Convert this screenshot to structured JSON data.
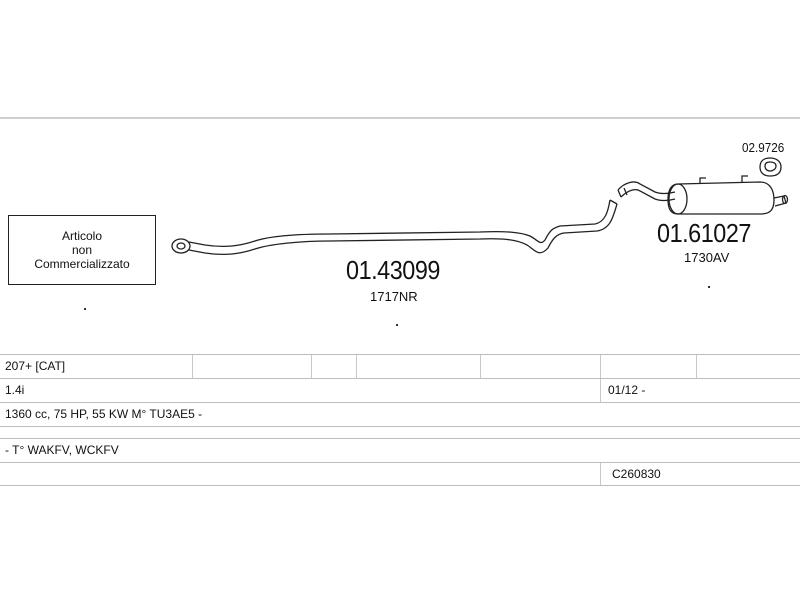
{
  "notice": {
    "line1": "Articolo",
    "line2": "non",
    "line3": "Commercializzato"
  },
  "parts": {
    "middle_pipe": {
      "code": "01.43099",
      "ref": "1717NR"
    },
    "rear_muffler": {
      "code": "01.61027",
      "ref": "1730AV"
    },
    "rubber_hanger": {
      "code": "02.9726"
    }
  },
  "application": {
    "model": "207+ [CAT]",
    "engine": "1.4i",
    "period": "01/12 -",
    "specs": "1360 cc, 75 HP, 55 KW  M° TU3AE5 -",
    "type_codes": "- T° WAKFV, WCKFV",
    "approval": "C260830"
  }
}
